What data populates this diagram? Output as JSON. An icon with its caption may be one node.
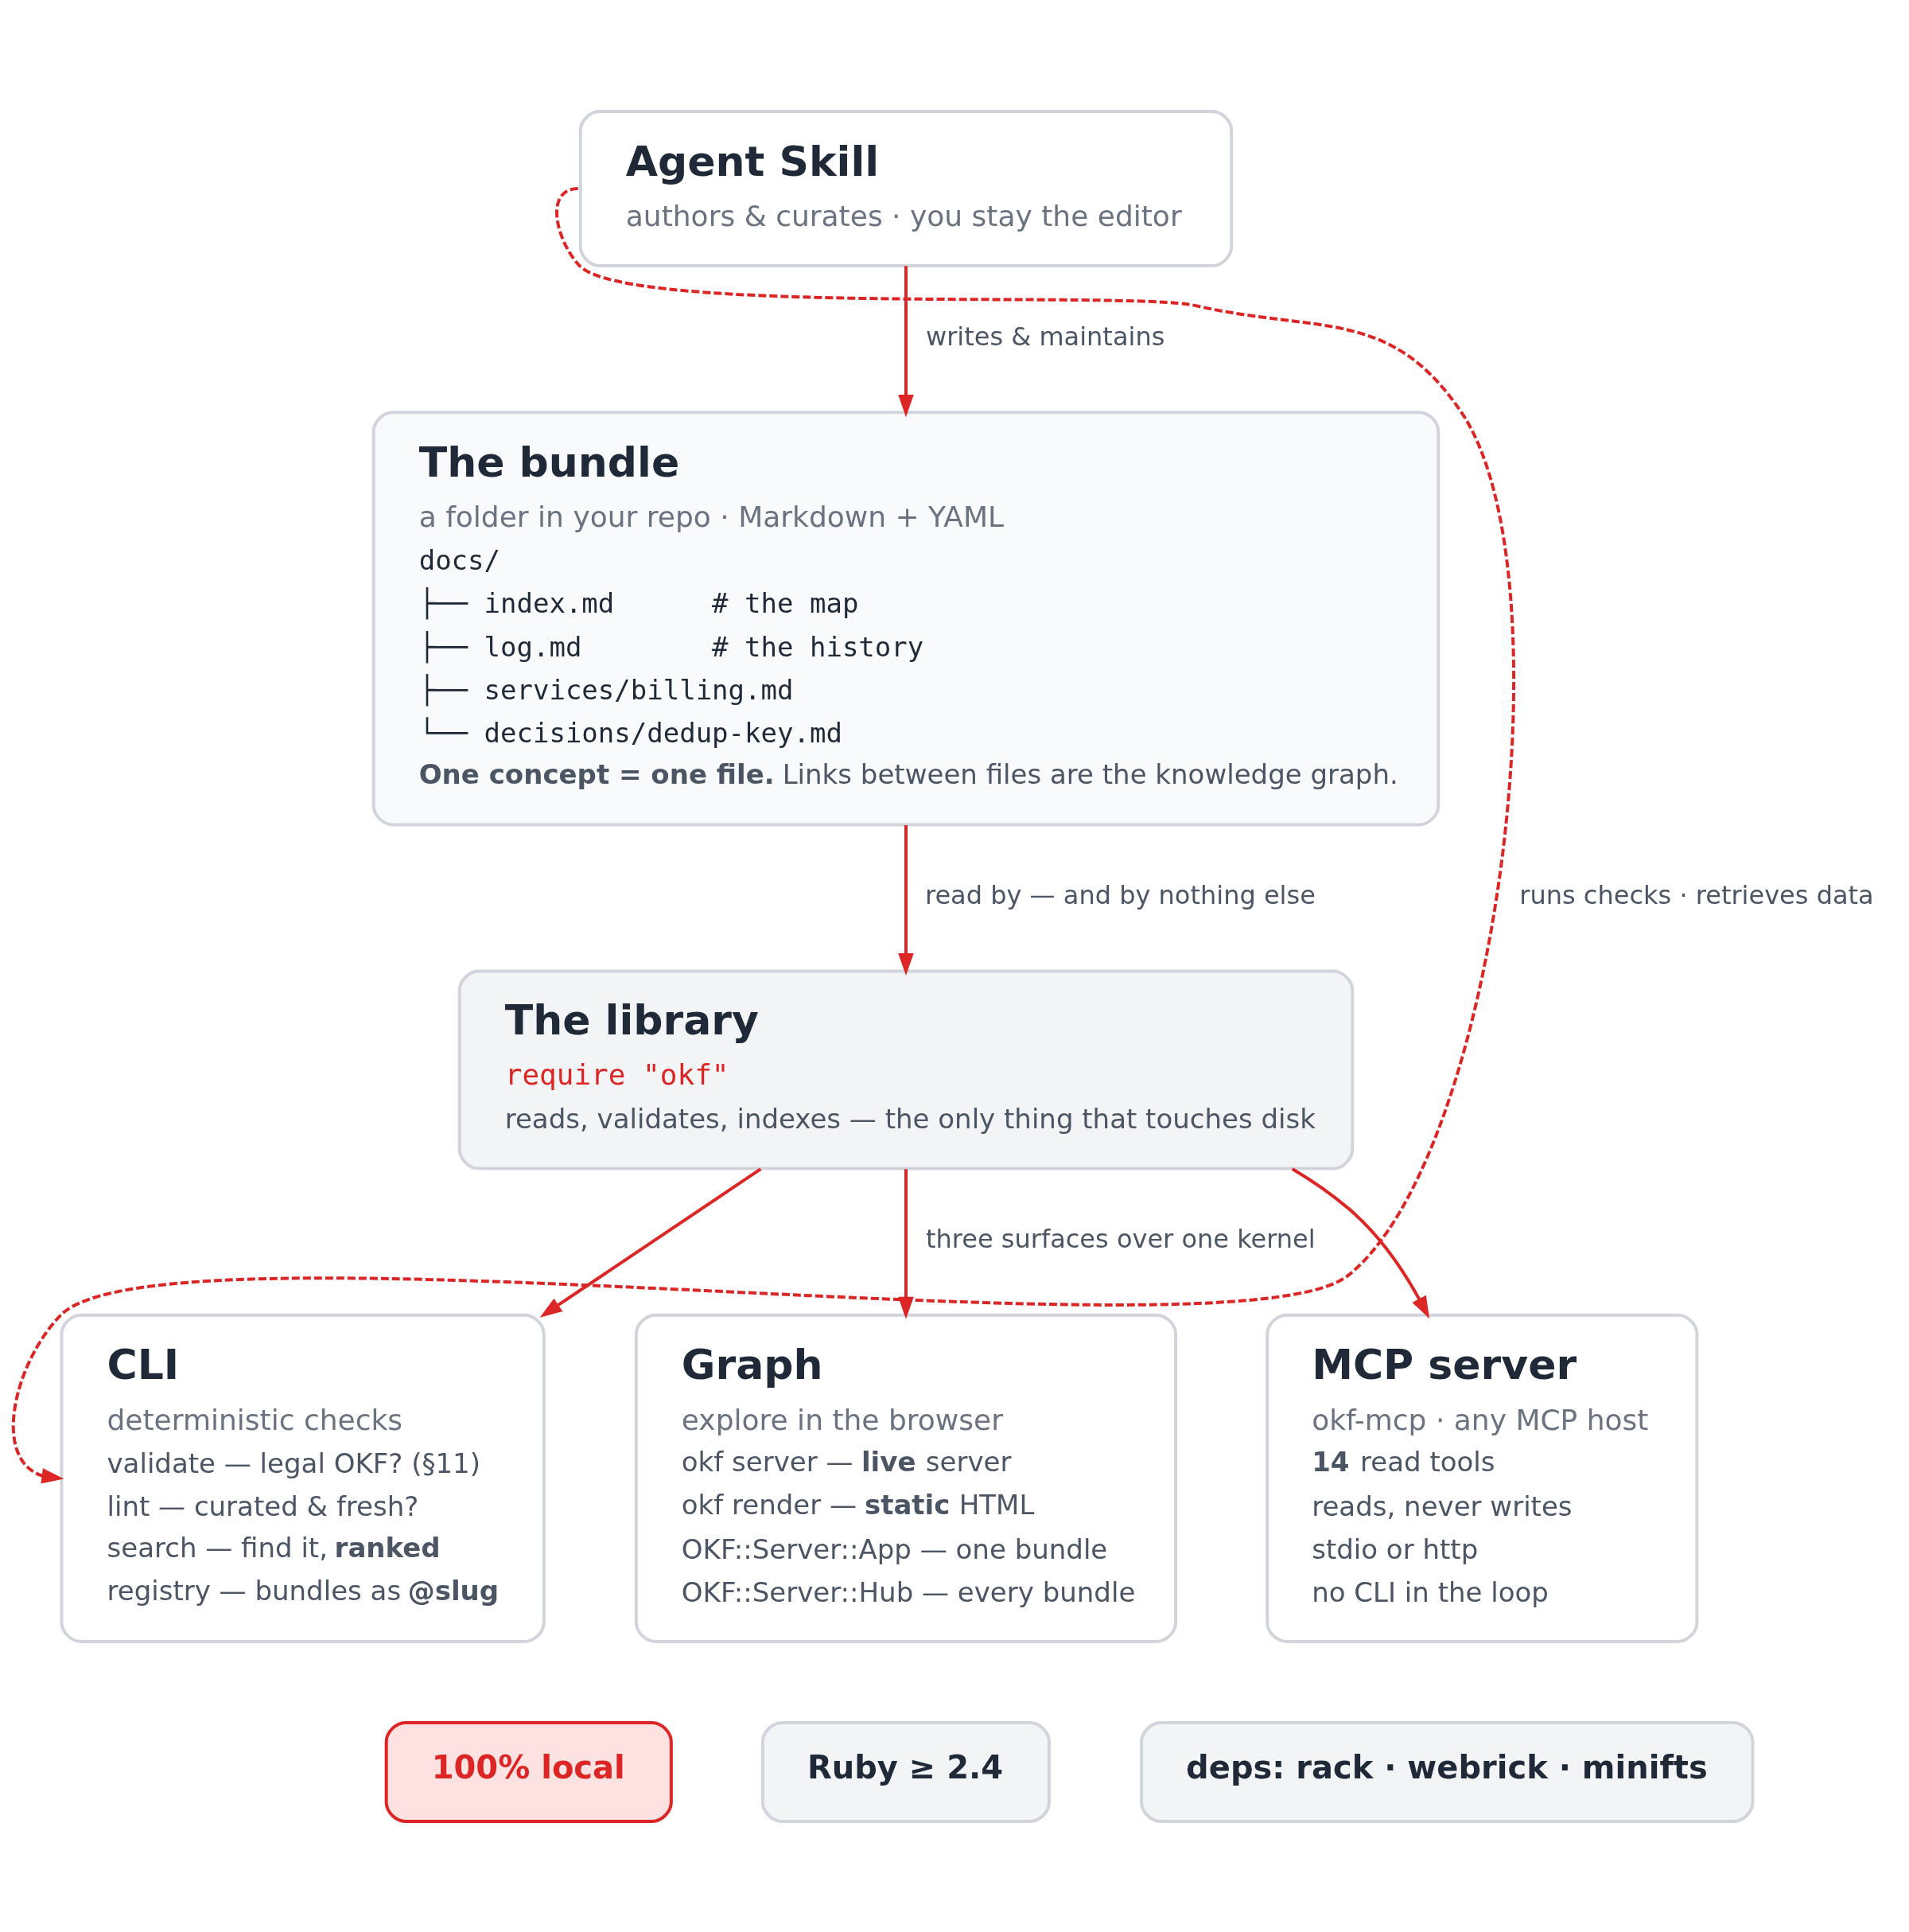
{
  "diagram": {
    "nodes": [
      {
        "text": [
          "Agent Skill",
          "authors & curates · you stay the editor"
        ]
      },
      {
        "text": [
          "The bundle",
          "a folder in your repo · Markdown + YAML",
          "docs/",
          "├── index.md      # the map",
          "├── log.md        # the history",
          "├── services/billing.md",
          "└── decisions/dedup-key.md",
          "**One concept = one file.** Links between files are the knowledge graph."
        ]
      },
      {
        "text": [
          "The library",
          "require \"okf\"",
          "reads, validates, indexes — the only thing that touches disk"
        ]
      },
      {
        "text": [
          "CLI",
          "deterministic checks",
          "validate — legal OKF? (§11)",
          "lint — curated & fresh?",
          "search — find it, **ranked**",
          "registry — bundles as **@slug**"
        ]
      },
      {
        "text": [
          "Graph",
          "explore in the browser",
          "okf server — **live** server",
          "okf render — **static** HTML",
          "OKF::Server::App — one bundle",
          "OKF::Server::Hub — every bundle"
        ]
      },
      {
        "text": [
          "MCP server",
          "okf-mcp · any MCP host",
          "**14** read tools",
          "reads, never writes",
          "stdio or http",
          "no CLI in the loop"
        ]
      },
      {
        "text": [
          "100% local"
        ]
      },
      {
        "text": [
          "Ruby ≥ 2.4"
        ]
      },
      {
        "text": [
          "deps: rack · webrick · minifts"
        ]
      }
    ],
    "edges": [
      {
        "from": 0,
        "to": 1,
        "arrow": "to",
        "label": "writes & maintains"
      },
      {
        "from": 1,
        "to": 2,
        "arrow": "to",
        "label": "read by — and by nothing else"
      },
      {
        "from": 2,
        "to": 3,
        "arrow": "to"
      },
      {
        "from": 2,
        "to": 4,
        "arrow": "to",
        "label": "three surfaces over one kernel"
      },
      {
        "from": 2,
        "to": 5,
        "arrow": "to"
      },
      {
        "from": 0,
        "to": 3,
        "arrow": "to",
        "style": "dashed",
        "label": "runs checks · retrieves data"
      }
    ]
  }
}
